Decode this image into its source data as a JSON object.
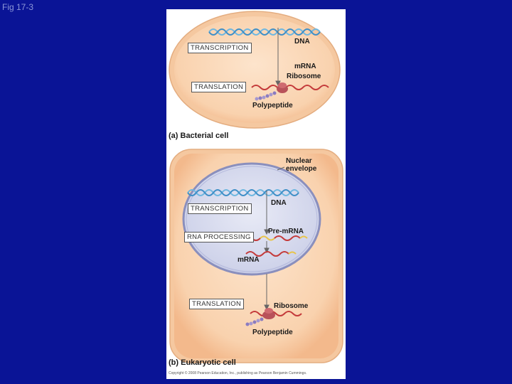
{
  "figure_label": "Fig 17-3",
  "bacterial": {
    "caption": "(a) Bacterial cell",
    "transcription": "TRANSCRIPTION",
    "translation": "TRANSLATION",
    "dna": "DNA",
    "mrna": "mRNA",
    "ribosome": "Ribosome",
    "polypeptide": "Polypeptide"
  },
  "eukaryotic": {
    "caption": "(b) Eukaryotic cell",
    "nuclear_envelope": [
      "Nuclear",
      "envelope"
    ],
    "transcription": "TRANSCRIPTION",
    "rna_processing": "RNA PROCESSING",
    "translation": "TRANSLATION",
    "dna": "DNA",
    "pre_mrna": "Pre-mRNA",
    "mrna": "mRNA",
    "ribosome": "Ribosome",
    "polypeptide": "Polypeptide"
  },
  "copyright": "Copyright © 2008 Pearson Education, Inc., publishing as Pearson Benjamin Cummings.",
  "colors": {
    "background": "#0a1496",
    "cell_outer": "#f7c79b",
    "cell_inner": "#fbdcc0",
    "nucleus": "#cfd3ea",
    "nuclear_envelope": "#8a8fbd",
    "dna": "#6fb7e0",
    "mrna": "#c43a3a",
    "ribosome": "#b8525a",
    "polypeptide": "#8b7cc0"
  }
}
